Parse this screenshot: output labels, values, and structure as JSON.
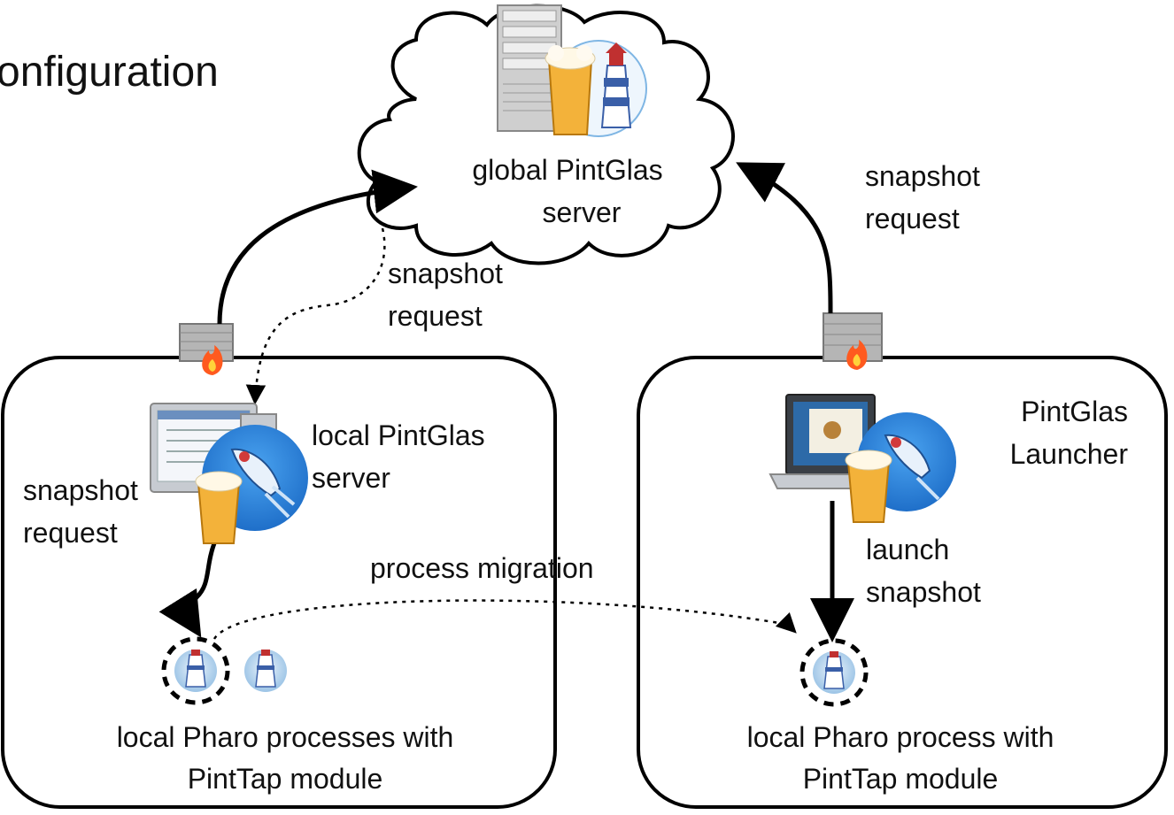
{
  "title": "onfiguration",
  "nodes": {
    "global_server": {
      "line1": "global PintGlas",
      "line2": "server"
    },
    "local_server": {
      "line1": "local PintGlas",
      "line2": "server"
    },
    "launcher": {
      "line1": "PintGlas",
      "line2": "Launcher"
    },
    "left_processes": {
      "line1": "local Pharo processes with",
      "line2": "PintTap module"
    },
    "right_process": {
      "line1": "local Pharo process with",
      "line2": "PintTap module"
    }
  },
  "edges": {
    "snapshot_request_middle": {
      "line1": "snapshot",
      "line2": "request"
    },
    "snapshot_request_top_right": {
      "line1": "snapshot",
      "line2": "request"
    },
    "snapshot_request_left": {
      "line1": "snapshot",
      "line2": "request"
    },
    "process_migration": "process migration",
    "launch_snapshot": {
      "line1": "launch",
      "line2": "snapshot"
    }
  },
  "icons": [
    "server-tower-icon",
    "beer-glass-icon",
    "lighthouse-icon",
    "firewall-icon",
    "fire-icon",
    "desktop-computer-icon",
    "rocket-icon",
    "laptop-icon",
    "pharo-process-icon"
  ]
}
